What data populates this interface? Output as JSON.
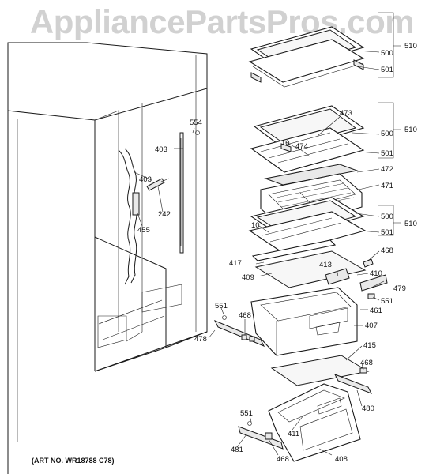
{
  "watermark": "AppliancePartsPros.com",
  "art_number": "(ART NO. WR18788 C78)",
  "callouts": {
    "c500a": "500",
    "c501a": "501",
    "c510a": "510",
    "c473": "473",
    "c10a": "10",
    "c474": "474",
    "c500b": "500",
    "c501b": "501",
    "c510b": "510",
    "c472": "472",
    "c471": "471",
    "c500c": "500",
    "c501c": "501",
    "c510c": "510",
    "c10b": "10",
    "c554": "554",
    "c403a": "403",
    "c403b": "403",
    "c242": "242",
    "c455": "455",
    "c468a": "468",
    "c417": "417",
    "c413": "413",
    "c410": "410",
    "c409": "409",
    "c479": "479",
    "c551a": "551",
    "c551b": "551",
    "c461": "461",
    "c468b": "468",
    "c407": "407",
    "c478": "478",
    "c415": "415",
    "c468c": "468",
    "c480": "480",
    "c551c": "551",
    "c411": "411",
    "c481": "481",
    "c468d": "468",
    "c408": "408"
  }
}
